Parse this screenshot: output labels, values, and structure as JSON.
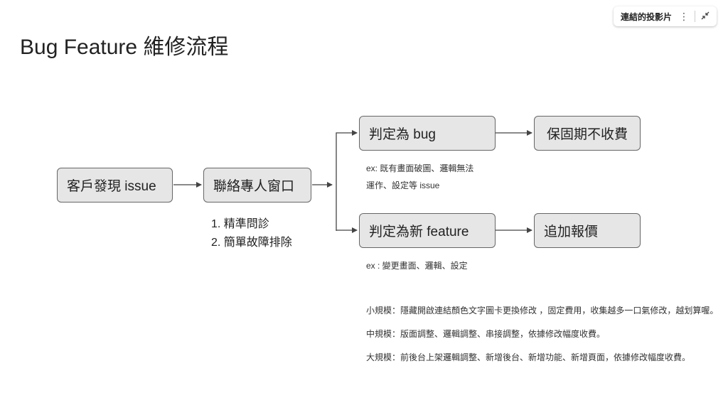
{
  "viewer": {
    "linked_slide_label": "連結的投影片",
    "more_icon": "kebab-menu-icon",
    "collapse_icon": "collapse-arrows-icon"
  },
  "slide": {
    "title": "Bug Feature 維修流程",
    "nodes": {
      "customer_issue": "客戶發現 issue",
      "contact_window": "聯絡專人窗口",
      "judged_bug": "判定為 bug",
      "warranty_free": "保固期不收費",
      "judged_feature": "判定為新 feature",
      "add_quote": "追加報價"
    },
    "bug_note": [
      "ex: 既有畫面破圖、邏輯無法",
      "運作、設定等 issue"
    ],
    "feature_note": "ex : 變更畫面、邏輯、設定",
    "steps": [
      "1. 精準問診",
      "2. 簡單故障排除"
    ],
    "pricing": [
      "小規模：隱藏開啟連結顏色文字圖卡更換修改 ，固定費用，收集越多一口氣修改，越划算喔。",
      "中規模：版面調整、邏輯調整、串接調整，依據修改幅度收費。",
      "大規模：前後台上架邏輯調整、新增後台、新增功能、新增頁面，依據修改幅度收費。"
    ]
  }
}
